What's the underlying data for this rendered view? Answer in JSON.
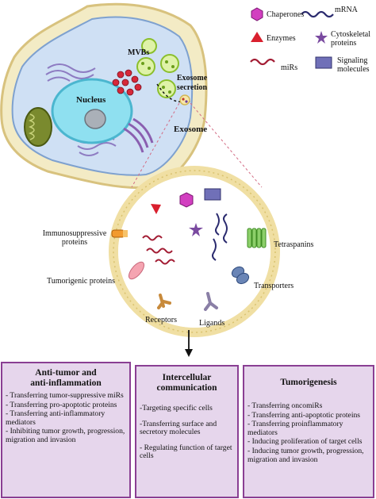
{
  "legend": {
    "chaperones": "Chaperones",
    "mrna": "mRNA",
    "enzymes": "Enzymes",
    "cytoskeletal": "Cytoskeletal proteins",
    "mirs": "miRs",
    "signaling": "Signaling molecules"
  },
  "cell": {
    "nucleus": "Nucleus",
    "mvbs": "MVBs",
    "exosome_secretion": "Exosome secretion",
    "exosome": "Exosome"
  },
  "exosome_labels": {
    "immunosuppressive": "Immunosuppressive proteins",
    "tumorigenic": "Tumorigenic proteins",
    "receptors": "Receptors",
    "ligands": "Ligands",
    "tetraspanins": "Tetraspanins",
    "transporters": "Transporters"
  },
  "boxes": [
    {
      "title": "Anti-tumor and anti-inflammation",
      "items": [
        "- Transferring tumor-suppressive miRs",
        "- Transferring pro-apoptotic proteins",
        "- Transferring anti-inflammatory mediators",
        "- Inhibiting tumor growth, progression, migration and invasion"
      ]
    },
    {
      "title": "Intercellular communication",
      "items": [
        "-Targeting specific cells",
        "-Transferring surface and secretory molecules",
        "- Regulating function of target cells"
      ]
    },
    {
      "title": "Tumorigenesis",
      "items": [
        "- Transferring oncomiRs",
        "- Transferring anti-apoptotic proteins",
        "- Transferring proinflammatory mediators",
        "- Inducing proliferation of target cells",
        "- Inducing tumor growth, progression, migration and invasion"
      ]
    }
  ]
}
